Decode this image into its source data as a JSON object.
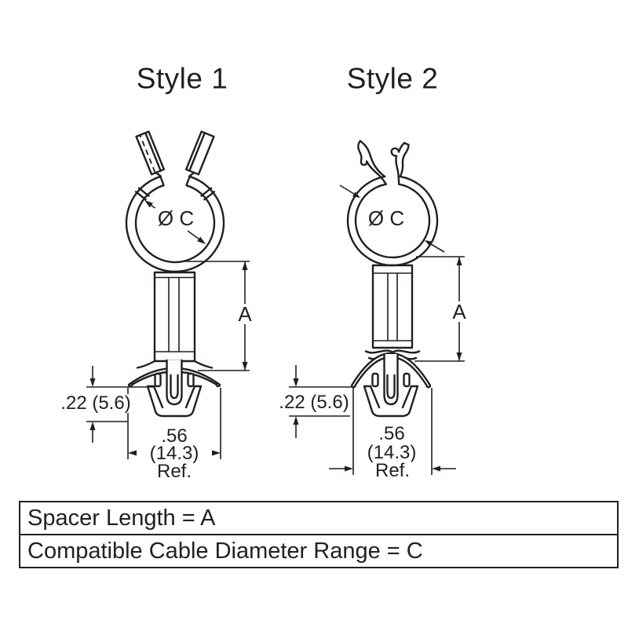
{
  "drawing": {
    "style1_title": "Style 1",
    "style2_title": "Style 2",
    "diameter_label": "Ø C",
    "length_label": "A",
    "clip_height_dim": ".22 (5.6)",
    "clip_width_dim_in": ".56",
    "clip_width_dim_mm": "(14.3)",
    "clip_width_ref": "Ref."
  },
  "spec_table": {
    "rows": [
      "Spacer Length = A",
      "Compatible Cable Diameter Range = C"
    ]
  },
  "colors": {
    "line": "#231f20",
    "background": "#ffffff"
  }
}
